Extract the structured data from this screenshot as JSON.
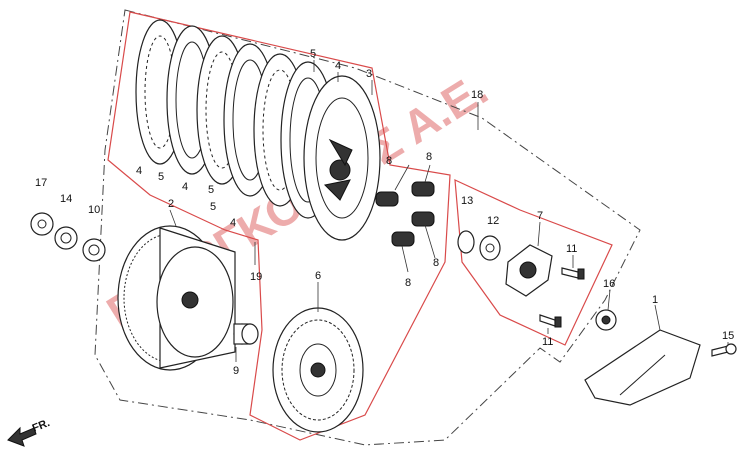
{
  "labels": {
    "l1": "1",
    "l2": "2",
    "l3": "3",
    "l4a": "4",
    "l4b": "4",
    "l4c": "4",
    "l4d": "4",
    "l5a": "5",
    "l5b": "5",
    "l5c": "5",
    "l5d": "5",
    "l6": "6",
    "l7": "7",
    "l8a": "8",
    "l8b": "8",
    "l8c": "8",
    "l8d": "8",
    "l9": "9",
    "l10": "10",
    "l11a": "11",
    "l11b": "11",
    "l12": "12",
    "l13": "13",
    "l14": "14",
    "l15": "15",
    "l16": "16",
    "l17": "17",
    "l18": "18",
    "l19": "19"
  },
  "direction_label": "FR.",
  "watermark": "ΓΕΩΡΓΚΟΥΛΗΣ Α.Ε.",
  "colors": {
    "outline": "#d94a4a",
    "ink": "#222222",
    "watermark": "#e06a6a"
  }
}
